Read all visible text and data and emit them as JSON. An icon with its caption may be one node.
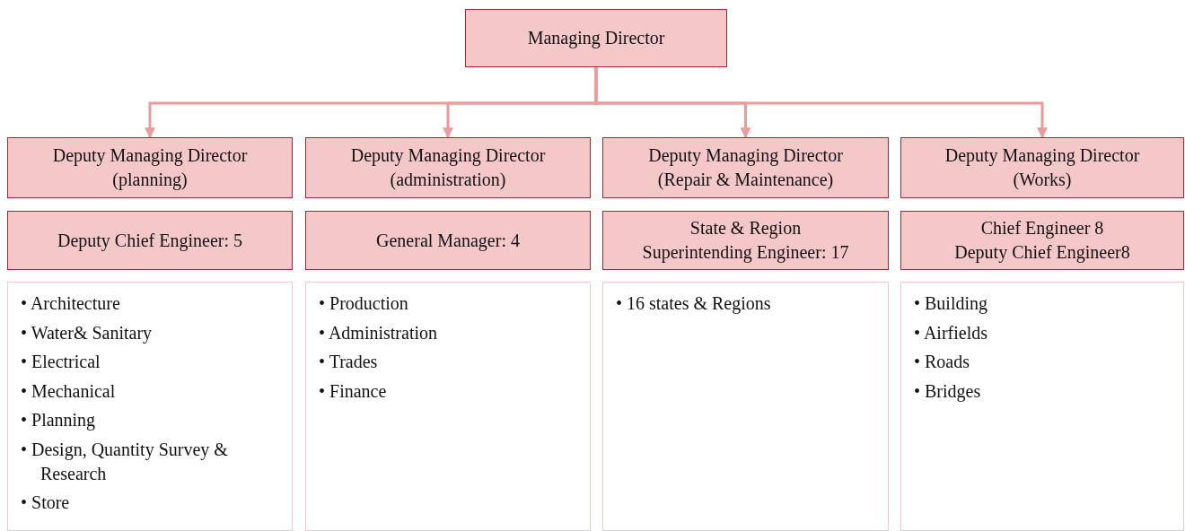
{
  "diagram": {
    "nodes": [
      {
        "text": [
          "Managing Director"
        ]
      },
      {
        "text": [
          "Deputy Managing Director",
          "(planning)"
        ]
      },
      {
        "text": [
          "Deputy Managing Director",
          "(administration)"
        ]
      },
      {
        "text": [
          "Deputy Managing Director",
          "(Repair & Maintenance)"
        ]
      },
      {
        "text": [
          "Deputy Managing Director",
          "(Works)"
        ]
      },
      {
        "text": [
          "Deputy Chief Engineer: 5"
        ]
      },
      {
        "text": [
          "General Manager: 4"
        ]
      },
      {
        "text": [
          "State & Region",
          "Superintending Engineer: 17"
        ]
      },
      {
        "text": [
          "Chief Engineer 8",
          "Deputy Chief Engineer8"
        ]
      },
      {
        "text": [
          "• Architecture",
          "• Water& Sanitary",
          "• Electrical",
          "• Mechanical",
          "• Planning",
          "• Design, Quantity Survey & Research",
          "• Store"
        ]
      },
      {
        "text": [
          "• Production",
          "• Administration",
          "• Trades",
          "• Finance"
        ]
      },
      {
        "text": [
          "• 16 states & Regions"
        ]
      },
      {
        "text": [
          "• Building",
          "• Airfields",
          "• Roads",
          "• Bridges"
        ]
      }
    ],
    "edges": [
      {
        "from": 0,
        "to": 1,
        "arrow": "to"
      },
      {
        "from": 0,
        "to": 2,
        "arrow": "to"
      },
      {
        "from": 0,
        "to": 3,
        "arrow": "to"
      },
      {
        "from": 0,
        "to": 4,
        "arrow": "to"
      }
    ]
  }
}
